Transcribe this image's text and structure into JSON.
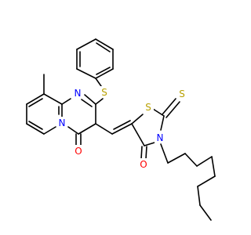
{
  "atoms": [
    {
      "id": "n1",
      "symbol": "N",
      "color": "#0000ff"
    },
    {
      "id": "n2",
      "symbol": "N",
      "color": "#0000ff"
    },
    {
      "id": "n3",
      "symbol": "N",
      "color": "#0000ff"
    },
    {
      "id": "o1",
      "symbol": "O",
      "color": "#ff0000"
    },
    {
      "id": "o2",
      "symbol": "O",
      "color": "#ff0000"
    },
    {
      "id": "s1",
      "symbol": "S",
      "color": "#b8a000"
    },
    {
      "id": "s2",
      "symbol": "S",
      "color": "#b8a000"
    },
    {
      "id": "s3",
      "symbol": "S",
      "color": "#b8a000"
    }
  ]
}
